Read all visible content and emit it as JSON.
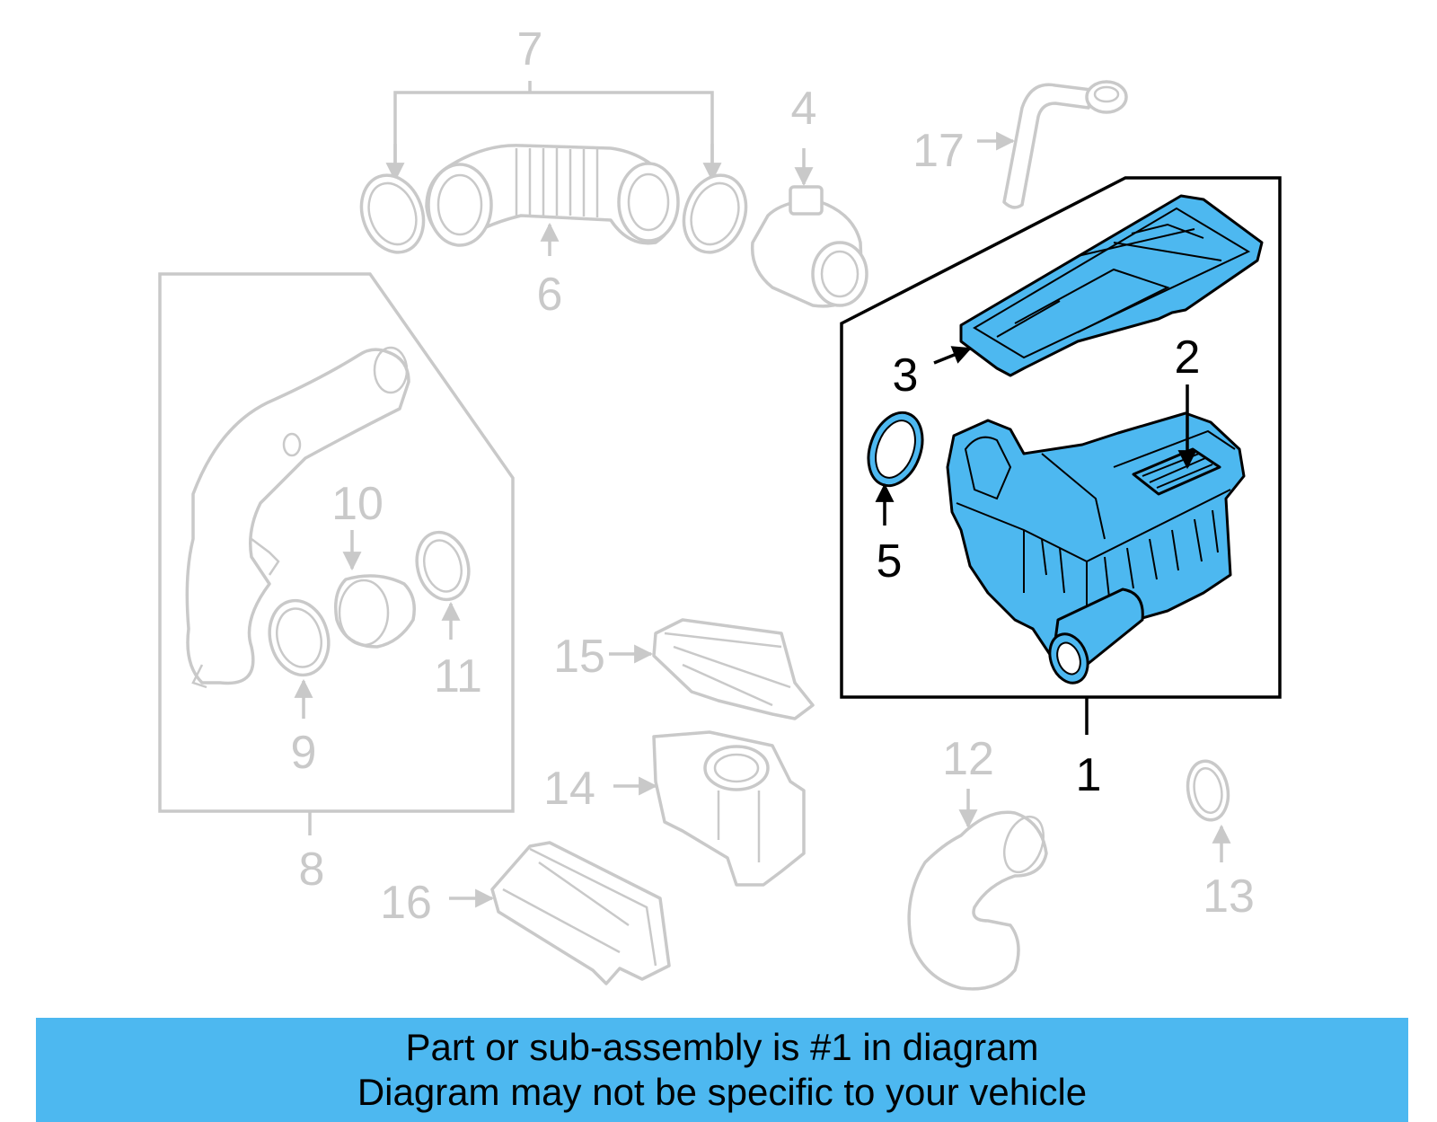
{
  "callouts": {
    "c1": "1",
    "c2": "2",
    "c3": "3",
    "c4": "4",
    "c5": "5",
    "c6": "6",
    "c7": "7",
    "c8": "8",
    "c9": "9",
    "c10": "10",
    "c11": "11",
    "c12": "12",
    "c13": "13",
    "c14": "14",
    "c15": "15",
    "c16": "16",
    "c17": "17"
  },
  "highlighted_part": "1",
  "colors": {
    "highlight": "#4db8f0",
    "faded": "#c9c9c9",
    "active": "#000000"
  },
  "footer": {
    "line1": "Part or sub-assembly is #1 in diagram",
    "line2": "Diagram may not be specific to your vehicle"
  }
}
